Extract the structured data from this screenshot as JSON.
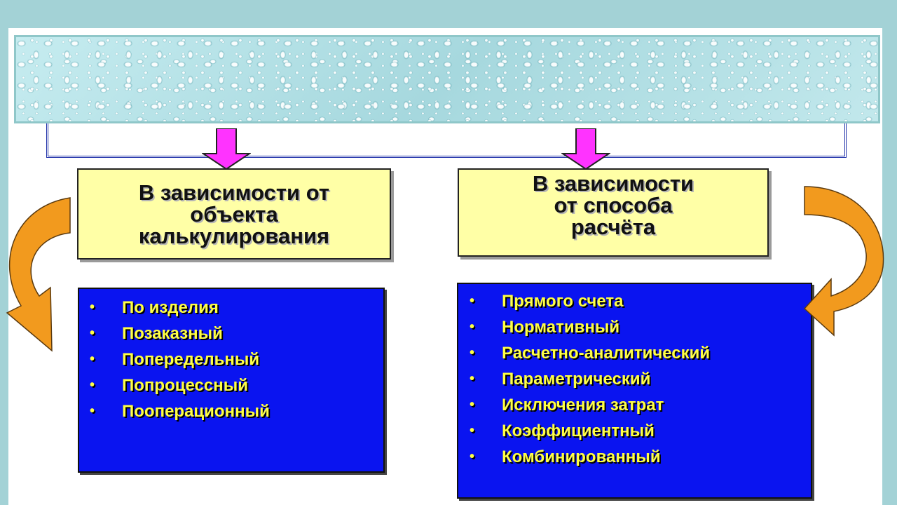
{
  "left": {
    "title": "В зависимости от\nобъекта\nкалькулирования",
    "items": [
      "По изделия",
      "Позаказный",
      "Попередельный",
      "Попроцессный",
      "Пооперационный"
    ]
  },
  "right": {
    "title": "В зависимости\nот способа\nрасчёта",
    "items": [
      "Прямого счета",
      "Нормативный",
      "Расчетно-аналитический",
      "Параметрический",
      "Исключения затрат",
      "Коэффициентный",
      "Комбинированный"
    ]
  },
  "colors": {
    "arrow_down": "#ff33ff",
    "yellow_box": "#ffffa6",
    "blue_box": "#0a14f0",
    "list_text": "#ffff44",
    "curved_arrow": "#f29a1e"
  },
  "bullet_glyph": "•"
}
